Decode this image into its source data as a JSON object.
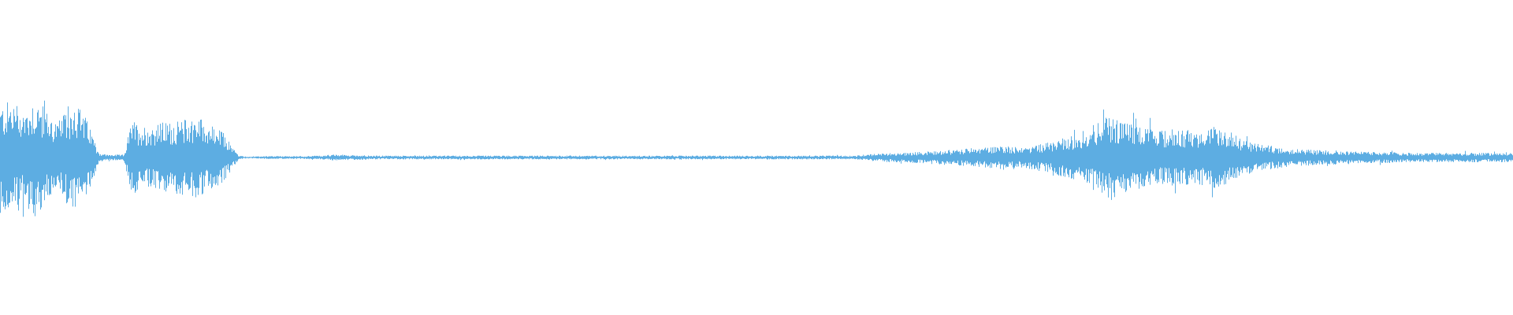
{
  "waveform": {
    "color": "#5dade2",
    "background": "#ffffff",
    "amplitude_envelope": [
      0.55,
      0.6,
      0.58,
      0.5,
      0.62,
      0.57,
      0.45,
      0.38,
      0.48,
      0.6,
      0.5,
      0.3,
      0.05,
      0.03,
      0.03,
      0.03,
      0.4,
      0.35,
      0.33,
      0.36,
      0.38,
      0.37,
      0.4,
      0.42,
      0.45,
      0.38,
      0.32,
      0.28,
      0.15,
      0.02,
      0.01,
      0.01,
      0.015,
      0.015,
      0.015,
      0.015,
      0.015,
      0.015,
      0.02,
      0.02,
      0.03,
      0.03,
      0.03,
      0.025,
      0.025,
      0.02,
      0.02,
      0.02,
      0.02,
      0.02,
      0.02,
      0.02,
      0.02,
      0.02,
      0.02,
      0.02,
      0.02,
      0.02,
      0.02,
      0.02,
      0.02,
      0.02,
      0.02,
      0.02,
      0.02,
      0.02,
      0.02,
      0.02,
      0.02,
      0.02,
      0.02,
      0.02,
      0.02,
      0.02,
      0.02,
      0.02,
      0.02,
      0.02,
      0.02,
      0.02,
      0.02,
      0.02,
      0.02,
      0.02,
      0.02,
      0.02,
      0.02,
      0.02,
      0.02,
      0.02,
      0.02,
      0.02,
      0.02,
      0.02,
      0.02,
      0.02,
      0.02,
      0.02,
      0.02,
      0.02,
      0.02,
      0.02,
      0.02,
      0.02,
      0.02,
      0.03,
      0.04,
      0.04,
      0.05,
      0.05,
      0.05,
      0.06,
      0.06,
      0.07,
      0.07,
      0.08,
      0.08,
      0.09,
      0.1,
      0.1,
      0.11,
      0.12,
      0.13,
      0.12,
      0.11,
      0.12,
      0.14,
      0.15,
      0.17,
      0.2,
      0.22,
      0.25,
      0.3,
      0.35,
      0.4,
      0.45,
      0.42,
      0.38,
      0.35,
      0.32,
      0.3,
      0.28,
      0.3,
      0.32,
      0.3,
      0.28,
      0.3,
      0.32,
      0.35,
      0.3,
      0.25,
      0.2,
      0.17,
      0.15,
      0.13,
      0.12,
      0.11,
      0.1,
      0.09,
      0.09,
      0.08,
      0.08,
      0.08,
      0.07,
      0.07,
      0.07,
      0.06,
      0.06,
      0.06,
      0.06,
      0.05,
      0.05,
      0.05,
      0.05,
      0.05,
      0.05,
      0.05,
      0.05,
      0.05,
      0.05,
      0.05,
      0.05,
      0.05,
      0.05,
      0.05
    ]
  }
}
